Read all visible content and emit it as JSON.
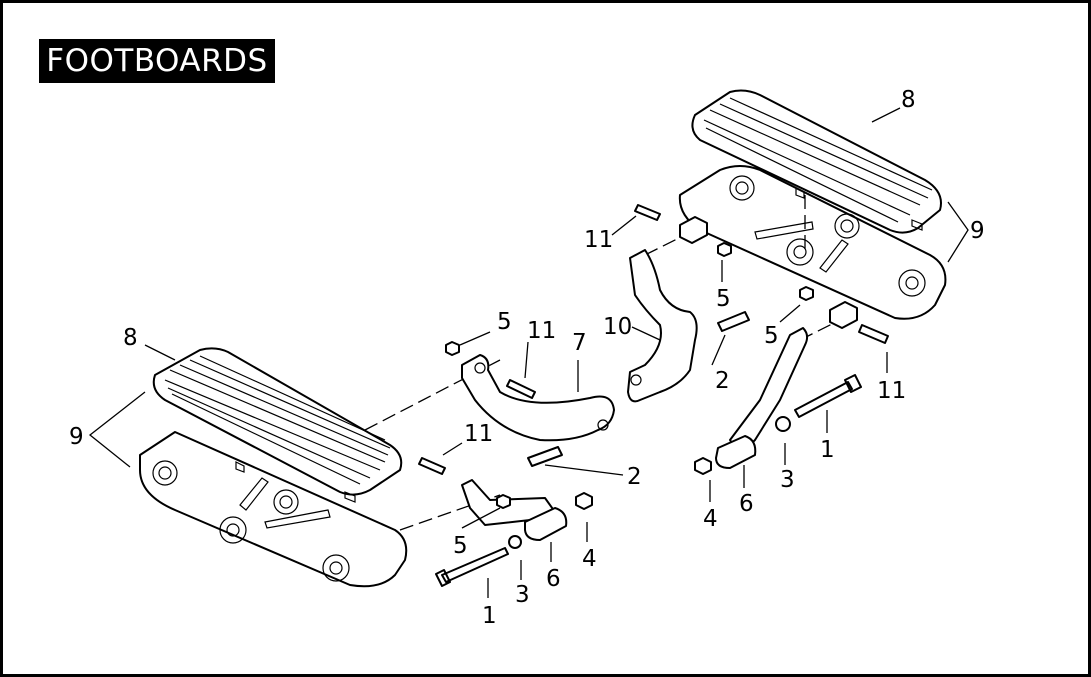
{
  "title": "FOOTBOARDS",
  "callouts": [
    "1",
    "1",
    "2",
    "2",
    "3",
    "3",
    "4",
    "4",
    "5",
    "5",
    "5",
    "5",
    "6",
    "6",
    "7",
    "8",
    "8",
    "9",
    "9",
    "10",
    "11",
    "11",
    "11",
    "11"
  ]
}
